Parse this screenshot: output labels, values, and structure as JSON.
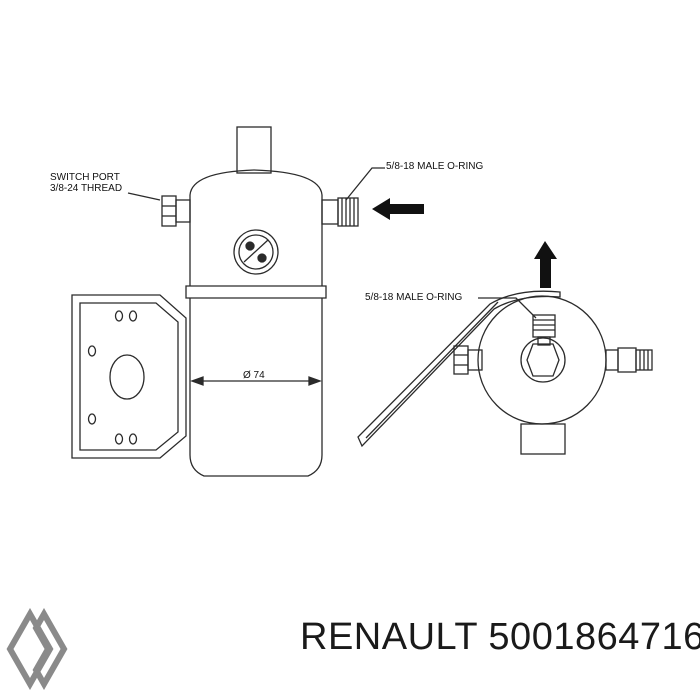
{
  "labels": {
    "switch_port_line1": "SWITCH PORT",
    "switch_port_line2": "3/8-24 THREAD",
    "oring_top": "5/8-18 MALE O-RING",
    "oring_side": "5/8-18 MALE O-RING",
    "diameter": "Ø 74"
  },
  "brand": {
    "name": "RENAULT",
    "part_number": "5001864716",
    "logo_icon": "renault-diamond-logo"
  },
  "colors": {
    "line": "#2b2b2b",
    "arrow": "#111111",
    "logo": "#8a8a8a"
  }
}
